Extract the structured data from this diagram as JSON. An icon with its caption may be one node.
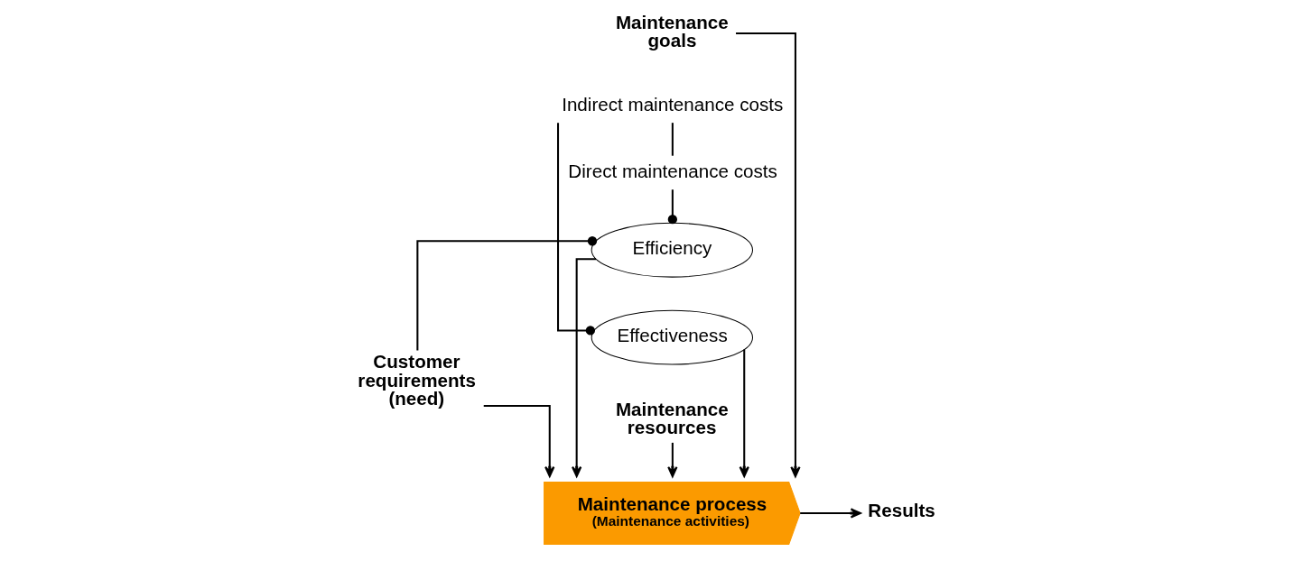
{
  "diagram": {
    "nodes": [
      {
        "text": [
          "Maintenance goals"
        ]
      },
      {
        "text": [
          "Effectiveness"
        ]
      },
      {
        "text": [
          "Customer requirements (need)"
        ]
      },
      {
        "text": [
          "Maintenance process",
          "(Maintenance activities)"
        ]
      },
      {
        "text": [
          "Indirect maintenance costs"
        ]
      },
      {
        "text": [
          "Results"
        ]
      },
      {
        "text": [
          "Direct maintenance costs"
        ]
      },
      {
        "text": [
          "Efficiency"
        ]
      },
      {
        "text": [
          "Maintenance resources"
        ]
      }
    ],
    "edges": [
      {
        "from": 0,
        "to": 3,
        "arrow": "to"
      },
      {
        "from": 1,
        "to": 3,
        "arrow": "to"
      },
      {
        "from": 2,
        "to": 3,
        "arrow": "to"
      },
      {
        "from": 2,
        "to": 7,
        "arrow": "other"
      },
      {
        "from": 7,
        "to": 3,
        "arrow": "to"
      },
      {
        "from": 8,
        "to": 3,
        "arrow": "to"
      },
      {
        "from": 3,
        "to": 5,
        "arrow": "to"
      },
      {
        "from": 4,
        "to": 1,
        "arrow": "other"
      },
      {
        "from": 4,
        "to": 6,
        "arrow": "none"
      },
      {
        "from": 6,
        "to": 7,
        "arrow": "other"
      }
    ]
  }
}
